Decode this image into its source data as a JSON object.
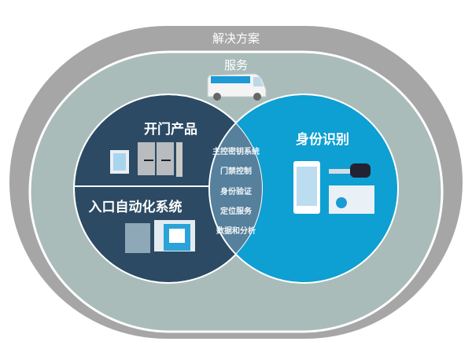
{
  "outer_label": "解决方案",
  "inner_label": "服务",
  "left_top_label": "开门产品",
  "left_bottom_label": "入口自动化系统",
  "right_label": "身份识别",
  "overlap_items": [
    "主控密钥系统",
    "门禁控制",
    "身份验证",
    "定位服务",
    "数据和分析"
  ],
  "colors": {
    "outer": "#a6a6a6",
    "inner": "#a9bcba",
    "left": "#2c4a64",
    "right": "#0e9fd3",
    "overlap": "#56809c"
  }
}
